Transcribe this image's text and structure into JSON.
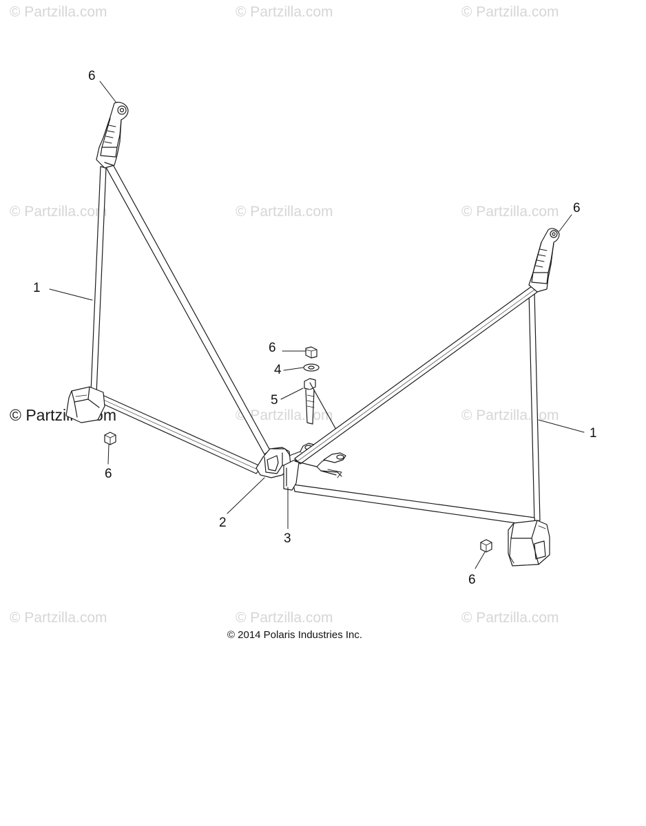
{
  "watermarks": [
    "© Partzilla.com",
    "© Partzilla.com",
    "© Partzilla.com",
    "© Partzilla.com",
    "© Partzilla.com",
    "© Partzilla.com",
    "© Partzilla.com",
    "© Partzilla.com",
    "© Partzilla.com",
    "© Partzilla.com",
    "© Partzilla.com",
    "© Partzilla.com"
  ],
  "callouts": {
    "c6_top_left": "6",
    "c6_top_right": "6",
    "c1_left": "1",
    "c1_right": "1",
    "c6_center": "6",
    "c4": "4",
    "c5": "5",
    "c6_lower_left": "6",
    "c2": "2",
    "c3": "3",
    "c6_lower_right": "6"
  },
  "copyright": "© 2014 Polaris Industries Inc.",
  "colors": {
    "line": "#1a1a1a",
    "watermark": "#d6d6d6"
  }
}
